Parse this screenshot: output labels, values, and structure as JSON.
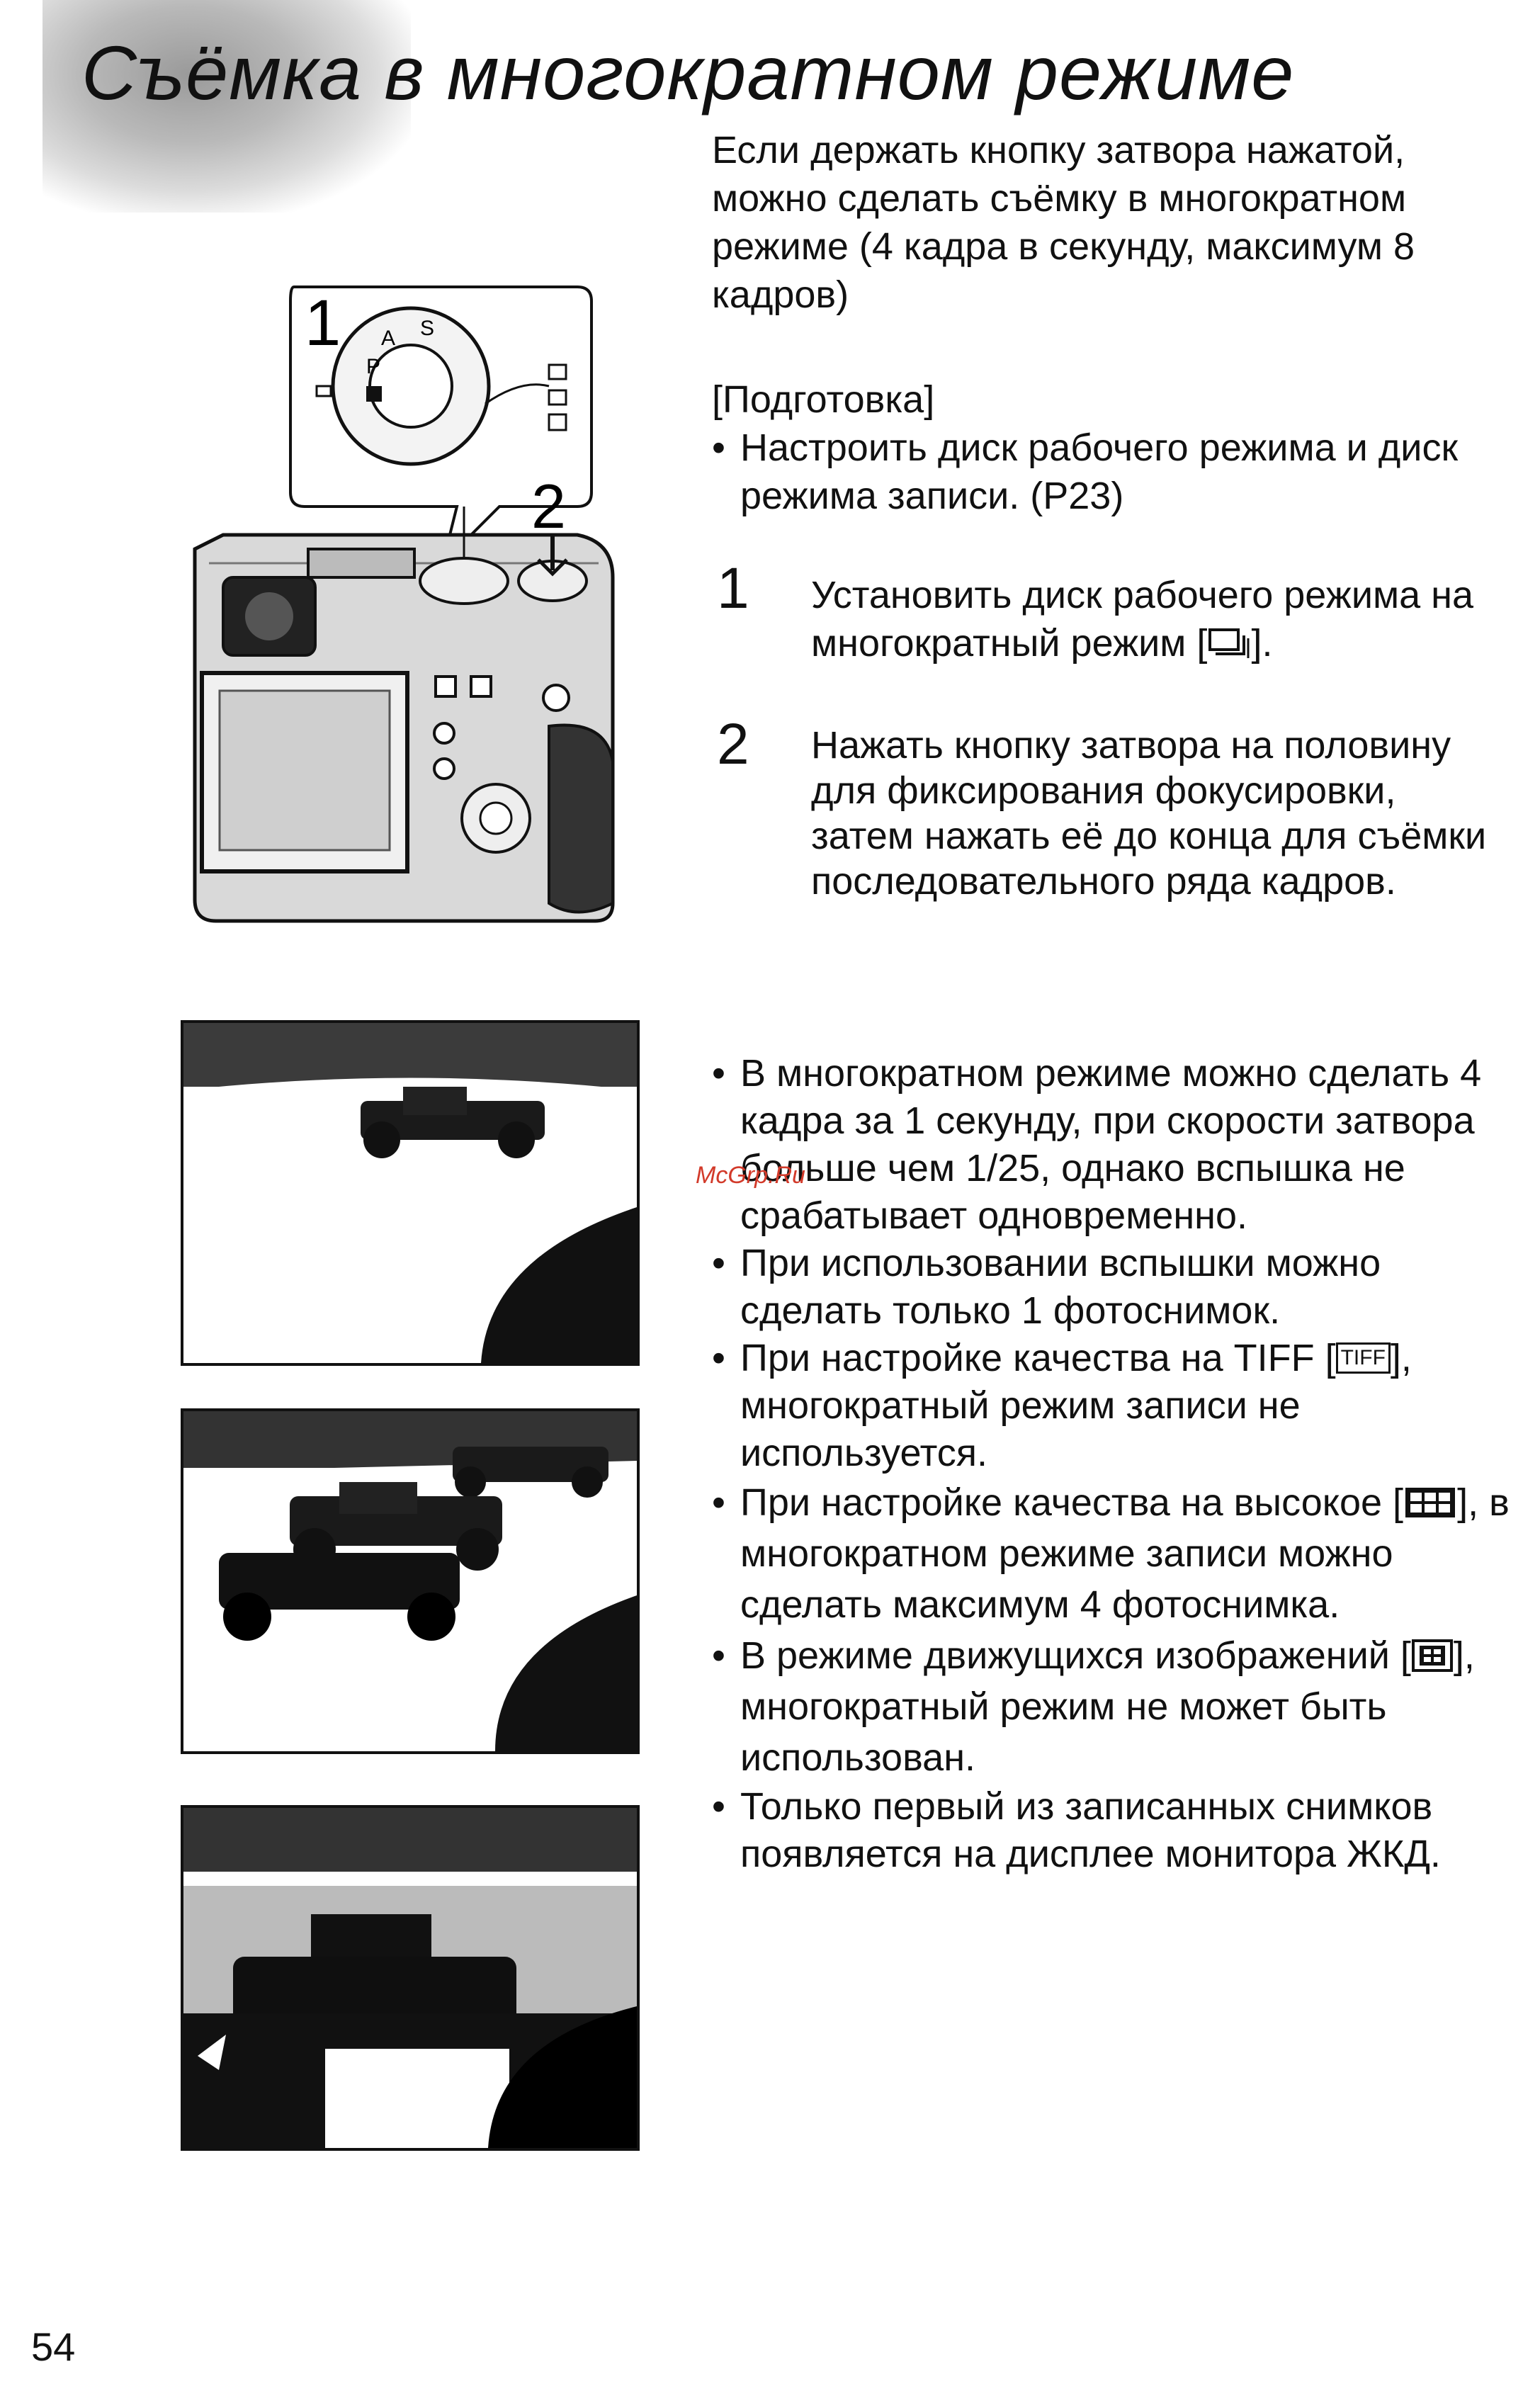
{
  "header": {
    "title": "Съёмка в многократном режиме"
  },
  "intro": {
    "text": "Если держать кнопку затвора нажатой, можно сделать съёмку в многократном режиме (4 кадра в секунду, максимум 8 кадров)"
  },
  "preparation": {
    "label": "[Подготовка]",
    "bullet": "Настроить диск рабочего режима и диск режима записи. (P23)"
  },
  "steps": [
    {
      "num": "1",
      "text_before_icon": "Установить диск рабочего режима на многократный режим [",
      "text_after_icon": "]."
    },
    {
      "num": "2",
      "text": "Нажать кнопку затвора на половину для фиксирования фокусировки, затем нажать её до конца для съёмки последовательного ряда кадров."
    }
  ],
  "notes": [
    {
      "text": "В многократном режиме можно сделать 4 кадра за 1 секунду, при скорости затвора больше чем 1/25, однако вспышка не срабатывает одновременно."
    },
    {
      "text": "При использовании вспышки можно сделать только 1 фотоснимок."
    },
    {
      "before": "При настройке качества на TIFF [",
      "icon": "TIFF",
      "after": "], многократный режим записи не используется."
    },
    {
      "before": "При настройке качества на высокое [",
      "after": "], в многократном режиме записи можно сделать максимум 4 фотоснимка."
    },
    {
      "before": "В режиме движущихся изображений [",
      "after": "], многократный режим не может быть использован."
    },
    {
      "text": "Только первый из записанных снимков появляется на дисплее монитора ЖКД."
    }
  ],
  "illustration": {
    "callout1": "1",
    "callout2": "2",
    "dial_letters": [
      "S",
      "A",
      "P"
    ]
  },
  "watermark": "McGrp.Ru",
  "page_number": "54",
  "bullet_char": "•"
}
